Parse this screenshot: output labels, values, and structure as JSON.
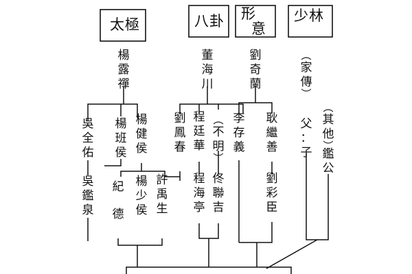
{
  "headers": {
    "taiji": [
      "太",
      "極"
    ],
    "bagua": [
      "八",
      "卦"
    ],
    "xingyi": [
      "形",
      "意"
    ],
    "shaolin": [
      "少",
      "林"
    ]
  },
  "people": {
    "yang_luchan": "楊露禪",
    "wu_quanyou": "吳全佑",
    "yang_banhou": "楊班侯",
    "yang_jianhou": "楊健侯",
    "wu_jianquan": "吳鑑泉",
    "ji_de": "紀德",
    "yang_shaohou": "楊少侯",
    "xu_yusheng": "許禹生",
    "dong_haichuan": "董海川",
    "liu_fengchun": "劉鳳春",
    "cheng_tinghua": "程廷華",
    "unknown": "不明",
    "cheng_haiting": "程海亭",
    "tong_lianji": "佟聯吉",
    "liu_qilan": "劉奇蘭",
    "li_cunyi": "李存義",
    "geng_jishan": "耿繼善",
    "liu_caichen": "劉彩臣",
    "family": "家傳",
    "father_son": "父：子",
    "other": "其他",
    "zijiangong": "鑑公"
  }
}
